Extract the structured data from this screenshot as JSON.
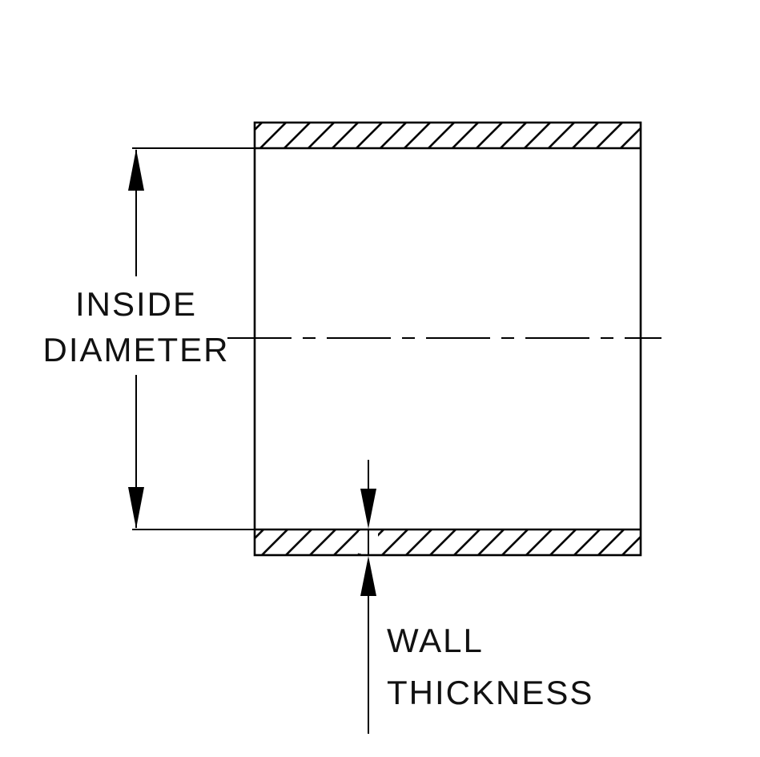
{
  "diagram": {
    "type": "engineering-cross-section",
    "subject": "tube-wall-cross-section",
    "labels": {
      "inside_diameter_line1": "INSIDE",
      "inside_diameter_line2": "DIAMETER",
      "wall_thickness_line1": "WALL",
      "wall_thickness_line2": "THICKNESS"
    },
    "colors": {
      "line": "#000000",
      "text": "#111111",
      "background": "#ffffff"
    }
  }
}
